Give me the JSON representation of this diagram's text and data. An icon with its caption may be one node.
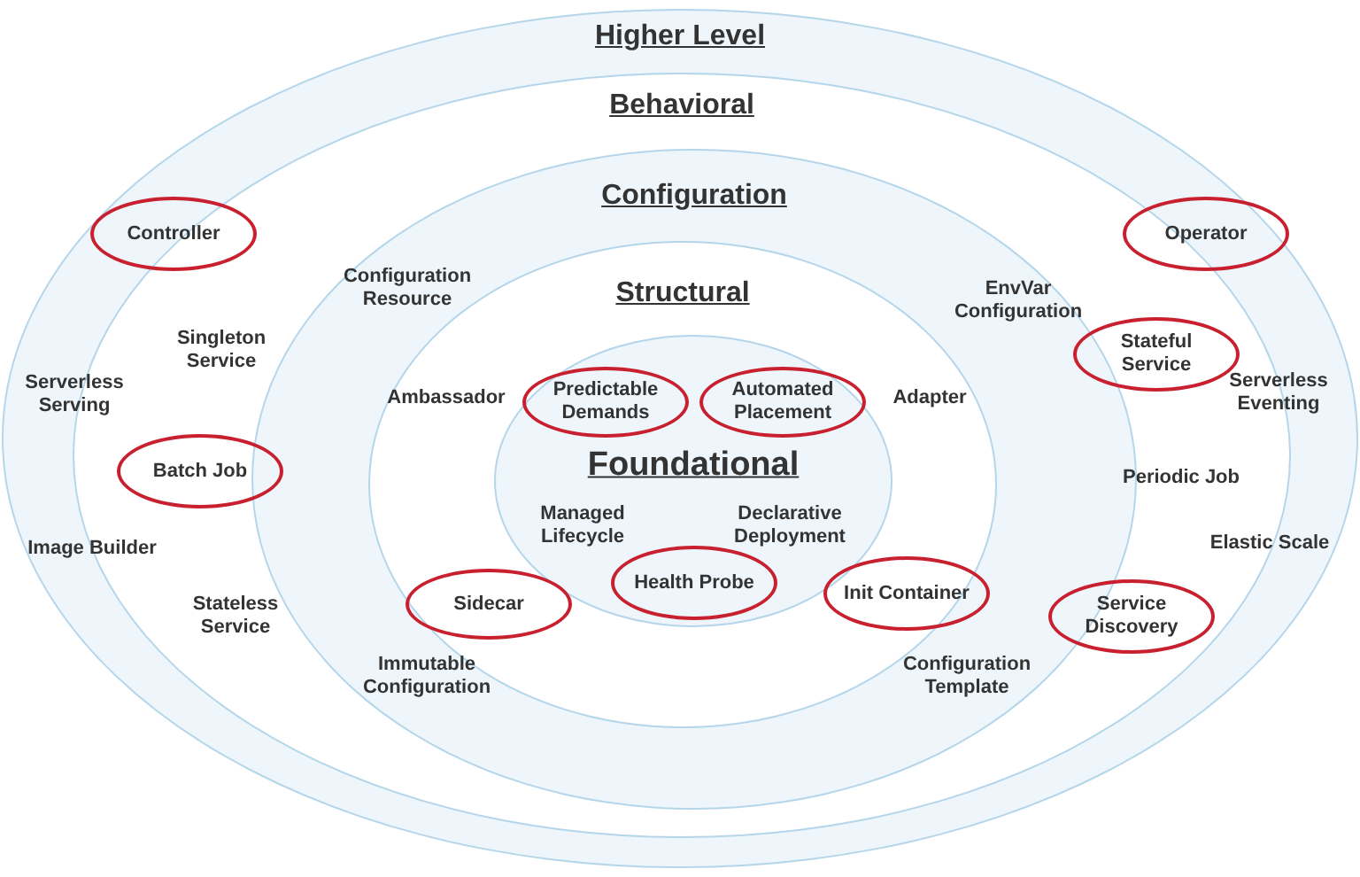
{
  "diagram": {
    "nodes": [
      {
        "text": [
          "Higher Level"
        ]
      },
      {
        "text": [
          "Behavioral"
        ],
        "in": 0
      },
      {
        "text": [
          "Configuration"
        ],
        "in": 1
      },
      {
        "text": [
          "Structural"
        ],
        "in": 2
      },
      {
        "text": [
          "Foundational"
        ],
        "in": 3
      },
      {
        "text": [
          "Controller"
        ],
        "in": 1
      },
      {
        "text": [
          "Operator"
        ],
        "in": 1
      },
      {
        "text": [
          "Stateful Service"
        ],
        "in": 1
      },
      {
        "text": [
          "Batch Job"
        ],
        "in": 1
      },
      {
        "text": [
          "Predictable Demands"
        ],
        "in": 4
      },
      {
        "text": [
          "Automated Placement"
        ],
        "in": 4
      },
      {
        "text": [
          "Sidecar"
        ],
        "in": 3
      },
      {
        "text": [
          "Health Probe"
        ],
        "in": 4
      },
      {
        "text": [
          "Init Container"
        ],
        "in": 3
      },
      {
        "text": [
          "Service Discovery"
        ],
        "in": 1
      }
    ],
    "labels": [
      "Configuration Resource",
      "EnvVar Configuration",
      "Singleton Service",
      "Serverless Serving",
      "Ambassador",
      "Adapter",
      "Serverless Eventing",
      "Periodic Job",
      "Image Builder",
      "Elastic Scale",
      "Managed Lifecycle",
      "Declarative Deployment",
      "Stateless Service",
      "Immutable Configuration",
      "Configuration Template"
    ]
  }
}
